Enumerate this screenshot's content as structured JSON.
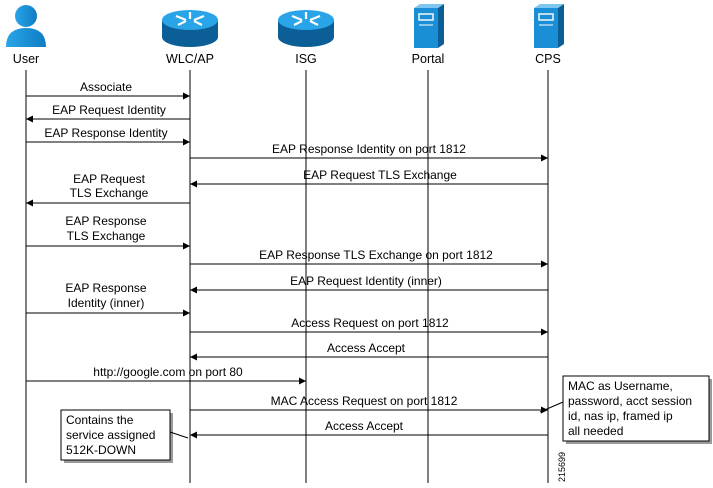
{
  "actors": {
    "user": "User",
    "wlc": "WLC/AP",
    "isg": "ISG",
    "portal": "Portal",
    "cps": "CPS"
  },
  "messages": [
    {
      "from": "user",
      "to": "wlc",
      "lines": [
        "Associate"
      ]
    },
    {
      "from": "wlc",
      "to": "user",
      "lines": [
        "EAP Request Identity"
      ]
    },
    {
      "from": "user",
      "to": "wlc",
      "lines": [
        "EAP Response Identity"
      ]
    },
    {
      "from": "wlc",
      "to": "cps",
      "lines": [
        "EAP Response Identity on port 1812"
      ]
    },
    {
      "from": "cps",
      "to": "wlc",
      "lines": [
        "EAP Request TLS Exchange"
      ]
    },
    {
      "from": "wlc",
      "to": "user",
      "lines": [
        "EAP Request",
        "TLS Exchange"
      ]
    },
    {
      "from": "user",
      "to": "wlc",
      "lines": [
        "EAP Response",
        "TLS Exchange"
      ]
    },
    {
      "from": "wlc",
      "to": "cps",
      "lines": [
        "EAP Response TLS Exchange on port 1812"
      ]
    },
    {
      "from": "cps",
      "to": "wlc",
      "lines": [
        "EAP Request Identity (inner)"
      ]
    },
    {
      "from": "user",
      "to": "wlc",
      "lines": [
        "EAP Response",
        "Identity (inner)"
      ]
    },
    {
      "from": "wlc",
      "to": "cps",
      "lines": [
        "Access Request on port 1812"
      ]
    },
    {
      "from": "cps",
      "to": "wlc",
      "lines": [
        "Access Accept"
      ]
    },
    {
      "from": "user",
      "to": "isg",
      "lines": [
        "http://google.com on port 80"
      ]
    },
    {
      "from": "wlc",
      "to": "cps",
      "lines": [
        "MAC Access Request on port 1812"
      ]
    },
    {
      "from": "cps",
      "to": "wlc",
      "lines": [
        "Access Accept"
      ]
    }
  ],
  "notes": {
    "cps_note": [
      "MAC as Username,",
      "password, acct session",
      "id, nas ip, framed ip",
      "all needed"
    ],
    "wlc_note": [
      "Contains the",
      "service assigned",
      "512K-DOWN"
    ]
  },
  "figure_id": "215699",
  "colors": {
    "icon_blue": "#1a8fd6",
    "icon_dark": "#0b5f96",
    "line": "#000000"
  },
  "icons": {
    "user": "person-icon",
    "wlc": "router-icon",
    "isg": "router-icon",
    "portal": "server-icon",
    "cps": "server-icon"
  }
}
